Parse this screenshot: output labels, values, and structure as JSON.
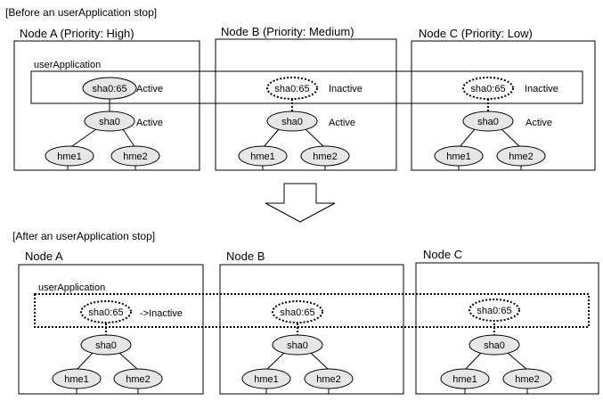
{
  "before": {
    "title": "[Before an userApplication stop]",
    "app_label": "userApplication",
    "nodes": [
      {
        "name": "Node A (Priority: High)",
        "resource": "sha0:65",
        "resource_status": "Active",
        "sha": "sha0",
        "sha_status": "Active",
        "nics": [
          "hme1",
          "hme2"
        ]
      },
      {
        "name": "Node B (Priority: Medium)",
        "resource": "sha0:65",
        "resource_status": "Inactive",
        "sha": "sha0",
        "sha_status": "Active",
        "nics": [
          "hme1",
          "hme2"
        ]
      },
      {
        "name": "Node C (Priority: Low)",
        "resource": "sha0:65",
        "resource_status": "Inactive",
        "sha": "sha0",
        "sha_status": "Active",
        "nics": [
          "hme1",
          "hme2"
        ]
      }
    ]
  },
  "after": {
    "title": "[After an userApplication stop]",
    "app_label": "userApplication",
    "nodes": [
      {
        "name": "Node A",
        "resource": "sha0:65",
        "resource_status": "->Inactive",
        "sha": "sha0",
        "nics": [
          "hme1",
          "hme2"
        ]
      },
      {
        "name": "Node B",
        "resource": "sha0:65",
        "sha": "sha0",
        "nics": [
          "hme1",
          "hme2"
        ]
      },
      {
        "name": "Node C",
        "resource": "sha0:65",
        "sha": "sha0",
        "nics": [
          "hme1",
          "hme2"
        ]
      }
    ]
  }
}
